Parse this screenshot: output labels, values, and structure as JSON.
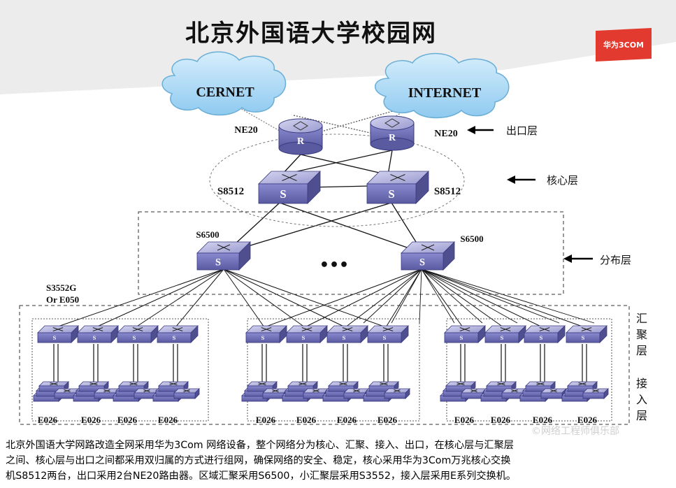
{
  "title": "北京外国语大学校园网",
  "logo": {
    "text": "华为3COM",
    "color": "#e23a2e"
  },
  "clouds": {
    "left": "CERNET",
    "right": "INTERNET"
  },
  "routers": {
    "left_label": "NE20",
    "right_label": "NE20",
    "glyph": "R"
  },
  "core": {
    "left_label": "S8512",
    "right_label": "S8512",
    "glyph": "S"
  },
  "distribution": {
    "left_label": "S6500",
    "right_label": "S6500",
    "ellipsis": "•••",
    "glyph": "S"
  },
  "access_note": {
    "line1": "S3552G",
    "line2": "Or E050"
  },
  "layers": {
    "exit": "出口层",
    "core": "核心层",
    "distribution": "分布层",
    "aggregation": [
      "汇",
      "聚",
      "层"
    ],
    "access": [
      "接",
      "入",
      "层"
    ]
  },
  "edge_label": "E026",
  "groups": [
    {
      "labels": [
        "E026",
        "E026",
        "E026",
        "E026"
      ]
    },
    {
      "labels": [
        "E026",
        "E026",
        "E026",
        "E026"
      ]
    },
    {
      "labels": [
        "E026",
        "E026",
        "E026",
        "E026"
      ]
    }
  ],
  "watermark": "©网络工程师俱乐部",
  "caption": [
    "北京外国语大学网路改造全网采用华为3Com 网络设备，整个网络分为核心、汇聚、接入、出口，在核心层与汇聚层",
    "之间、核心层与出口之间都采用双归属的方式进行组网，确保网络的安全、稳定，核心采用华为3Com万兆核心交换",
    "机S8512两台，出口采用2台NE20路由器。区域汇聚采用S6500，小汇聚层采用S3552，接入层采用E系列交换机。"
  ],
  "colors": {
    "cloud_fill": "#a9d8f5",
    "cloud_stroke": "#6aaed6",
    "device_top": "#a8a8d8",
    "device_front": "#6d6db0",
    "device_side": "#4f4f90",
    "banner": "#ececec"
  }
}
